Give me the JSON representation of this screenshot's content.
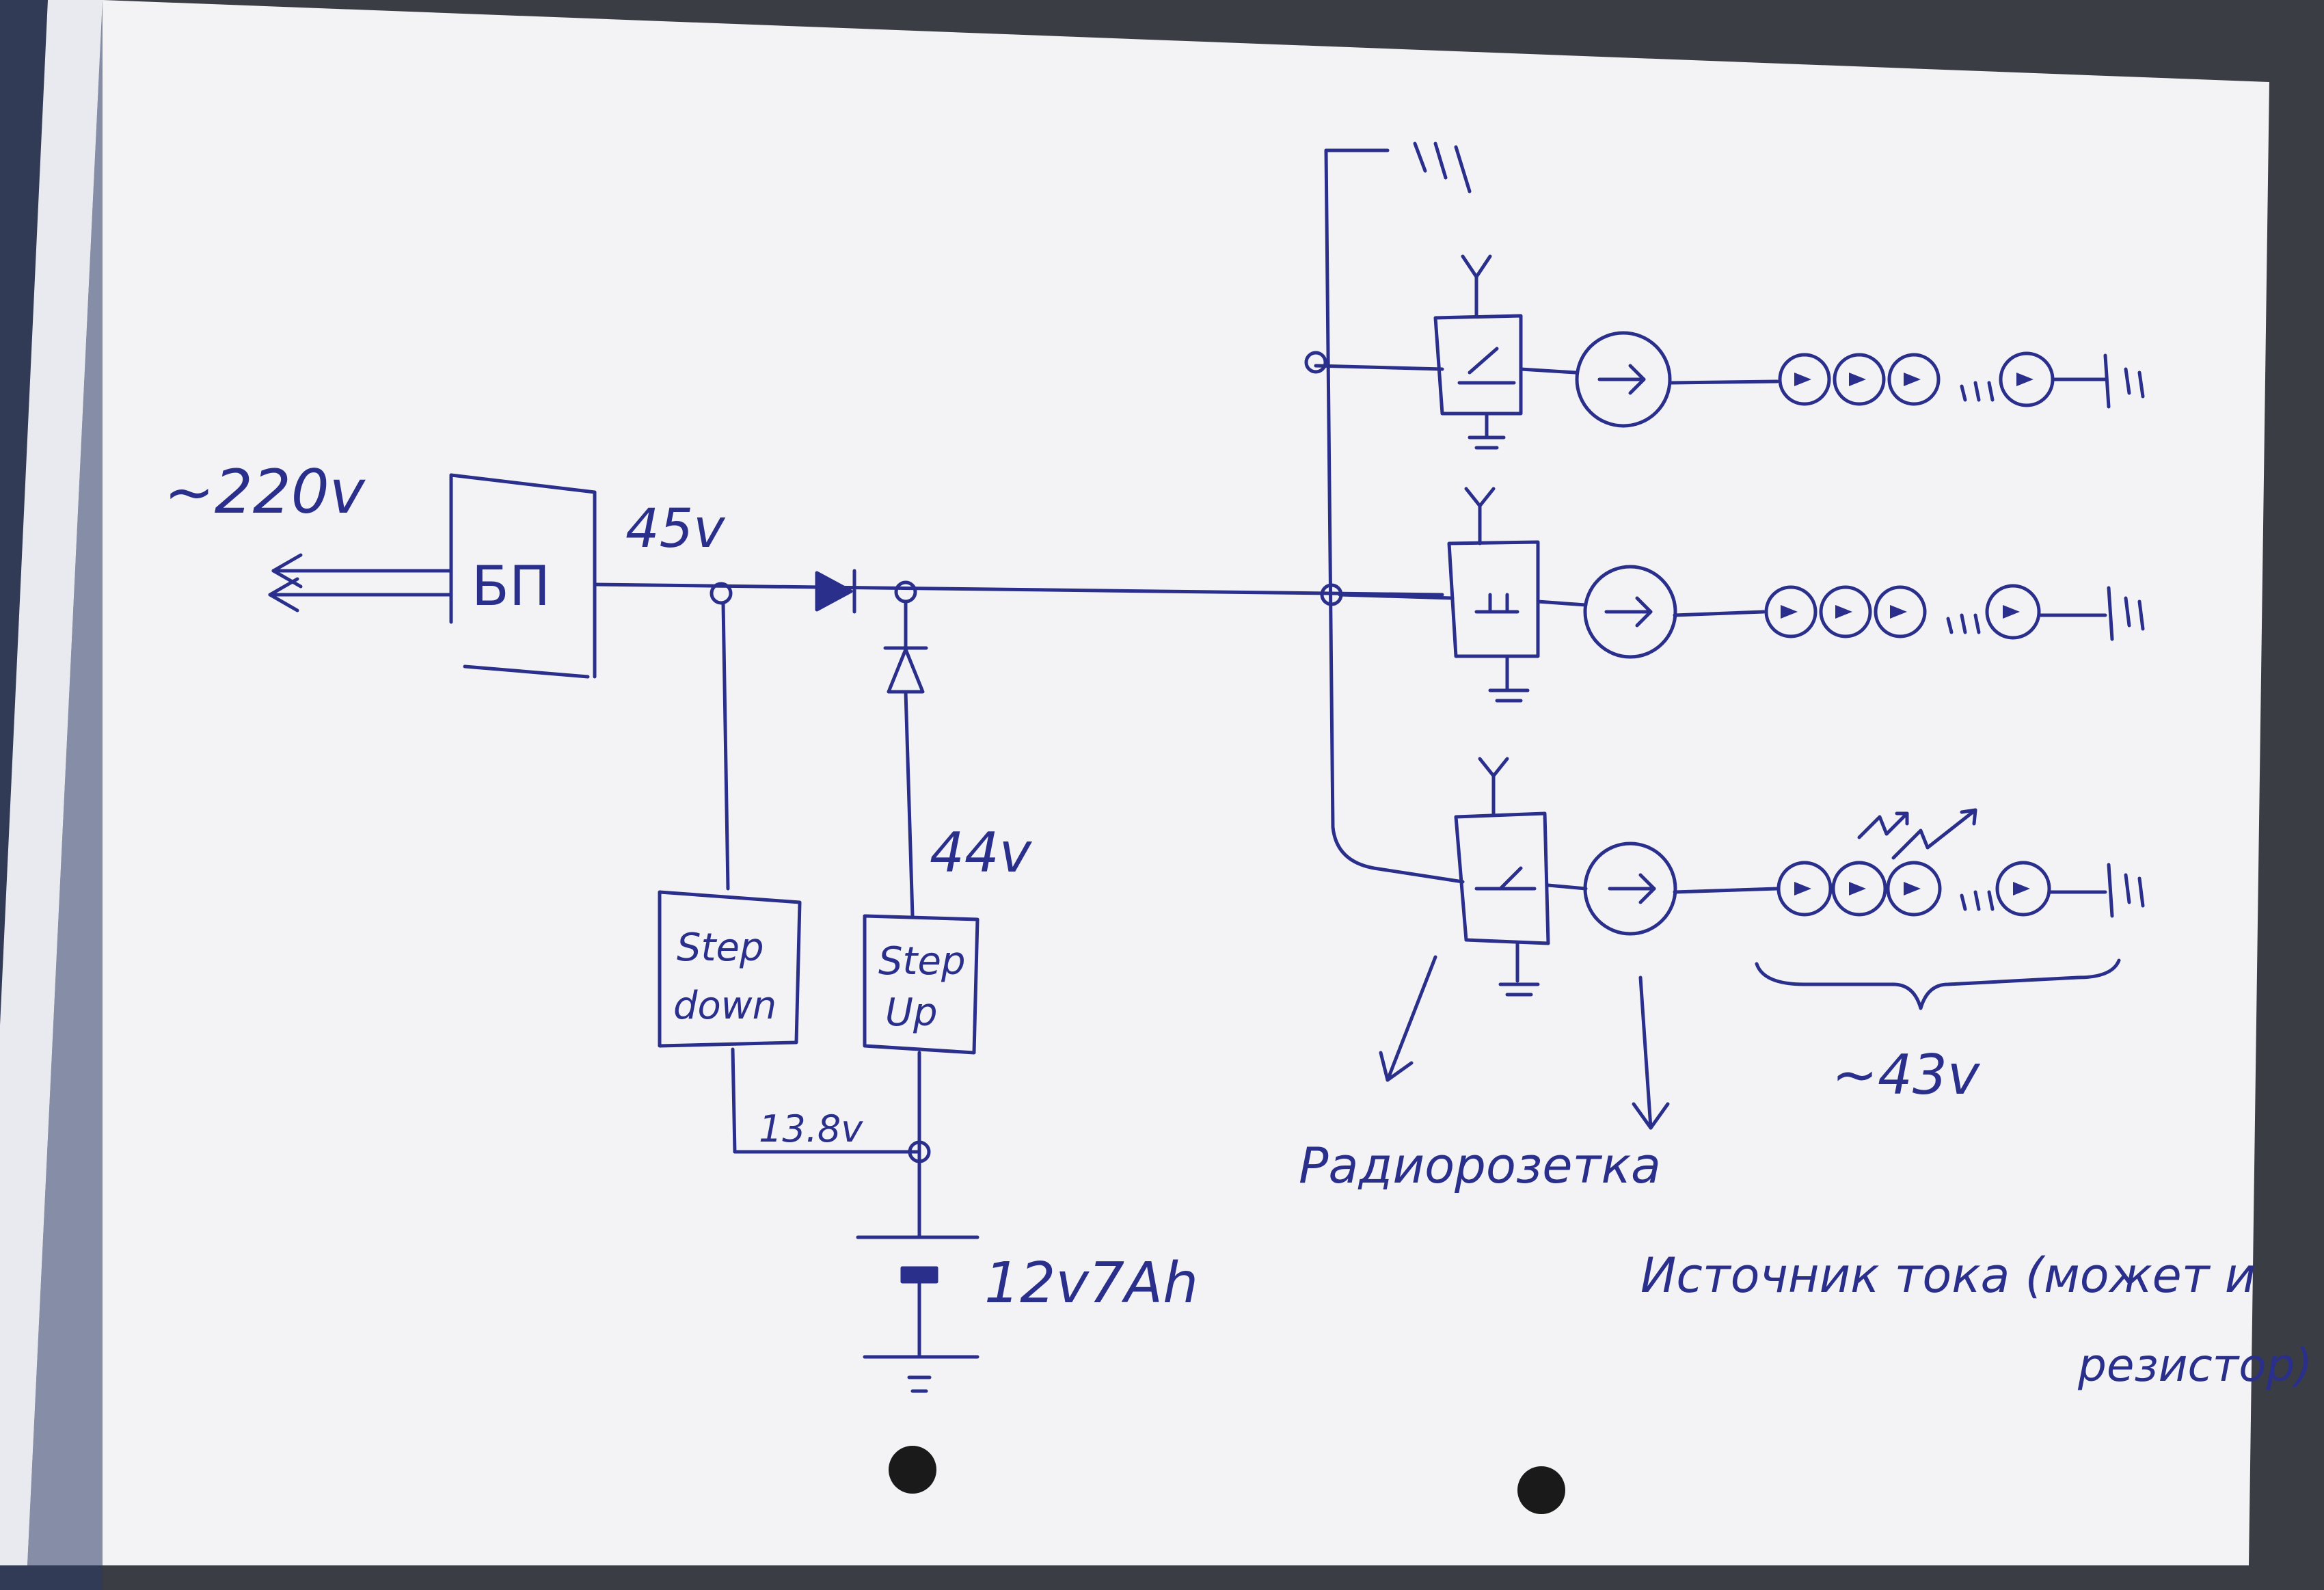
{
  "colors": {
    "ink": "#2a2f8c",
    "paper": "#f3f3f6",
    "background": "#3a3d44"
  },
  "labels": {
    "mains": "~220v",
    "psu": "БП",
    "psu_voltage": "45v",
    "step_down": [
      "Step",
      "down"
    ],
    "step_up": [
      "Step",
      "Up"
    ],
    "step_up_voltage": "44v",
    "charge_voltage": "13.8v",
    "battery": "12v7Ah",
    "radio_socket": "Радиорозетка",
    "current_source_line1": "Источник тока (может и",
    "current_source_line2": "резистор)",
    "led_string_voltage": "~43v"
  }
}
